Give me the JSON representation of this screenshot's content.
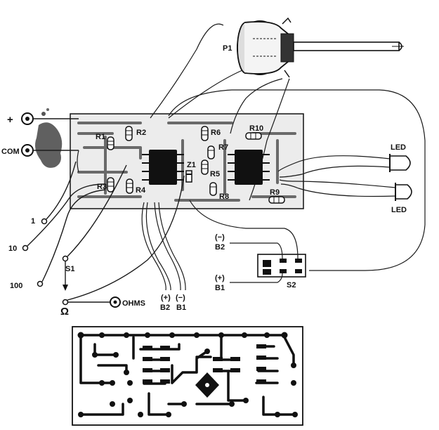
{
  "labels": {
    "plus": "+",
    "com": "COM",
    "range_1": "1",
    "range_10": "10",
    "range_100": "100",
    "s1": "S1",
    "omega": "Ω",
    "ohms": "OHMS",
    "p1": "P1",
    "r1": "R1",
    "r2": "R2",
    "r3": "R3",
    "r4": "R4",
    "r5": "R5",
    "r6": "R6",
    "r7": "R7",
    "r8": "R8",
    "r9": "R9",
    "r10": "R10",
    "z1": "Z1",
    "led_top": "LED",
    "led_bottom": "LED",
    "b2_minus_sign": "(−)",
    "b2_minus": "B2",
    "b1_plus_sign": "(+)",
    "b1_plus": "B1",
    "s2": "S2",
    "b2_plus_sign": "(+)",
    "b2_bottom": "B2",
    "b1_minus_sign": "(−)",
    "b1_bottom": "B1"
  },
  "colors": {
    "ink": "#111111",
    "board": "#ececec",
    "trace": "#6a6a6a",
    "stain": "#444444"
  }
}
